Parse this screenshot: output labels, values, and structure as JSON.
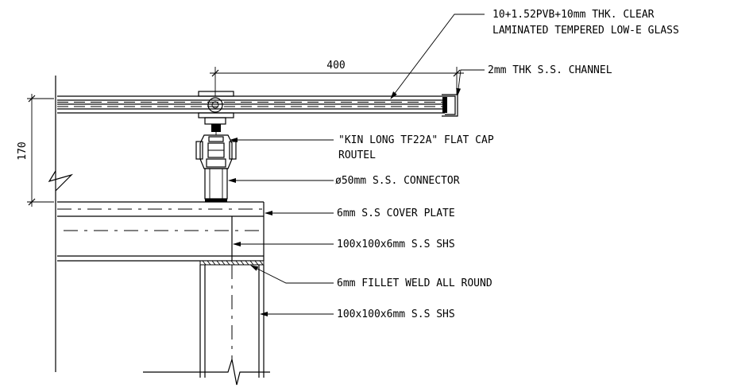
{
  "labels": {
    "glass_line1": "10+1.52PVB+10mm THK. CLEAR",
    "glass_line2": "LAMINATED TEMPERED LOW-E GLASS",
    "channel": "2mm THK S.S. CHANNEL",
    "routel_line1": "\"KIN LONG TF22A\" FLAT CAP",
    "routel_line2": "ROUTEL",
    "connector": "ø50mm S.S. CONNECTOR",
    "cover_plate": "6mm S.S COVER PLATE",
    "shs_upper": "100x100x6mm S.S SHS",
    "weld": "6mm FILLET WELD ALL ROUND",
    "shs_lower": "100x100x6mm S.S SHS"
  },
  "dimensions": {
    "horizontal": "400",
    "vertical": "170"
  }
}
